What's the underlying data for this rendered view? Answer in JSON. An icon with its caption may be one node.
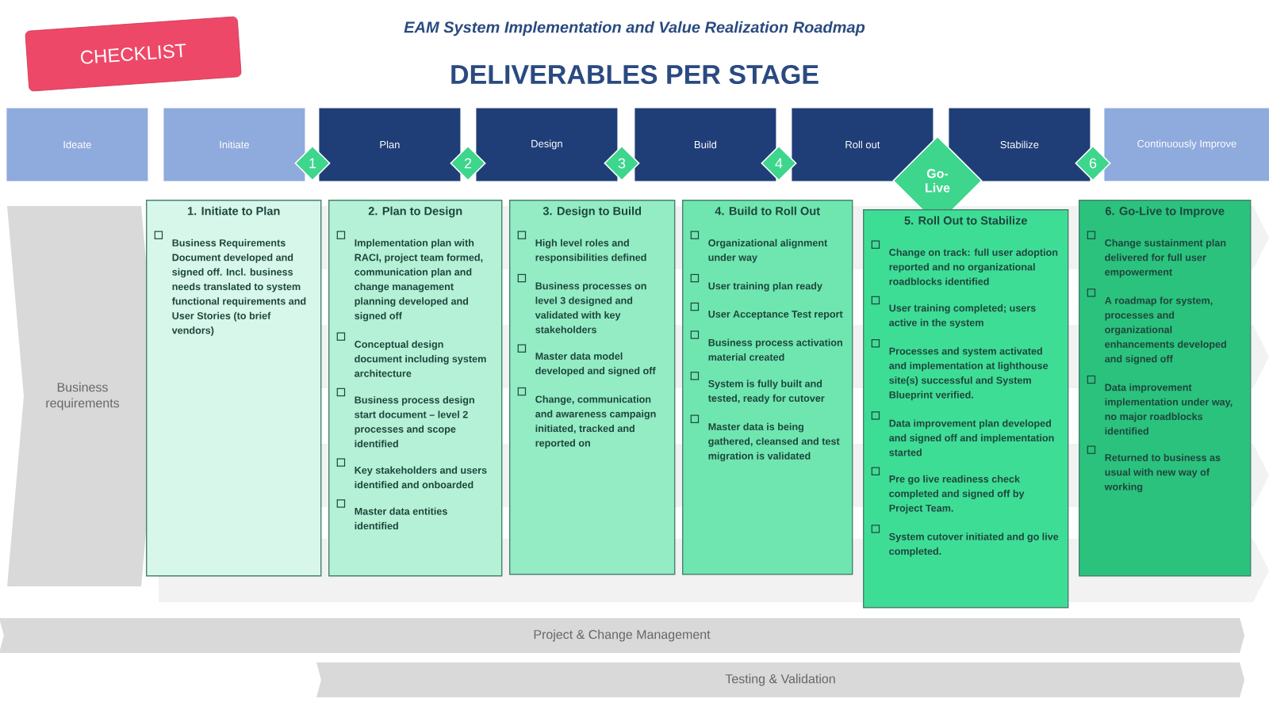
{
  "diagram": {
    "title": "DELIVERABLES PER STAGE",
    "nodes": [
      {
        "text": [
          "CHECKLIST"
        ]
      },
      {
        "text": [
          "Ideate"
        ]
      },
      {
        "text": [
          "Initiate"
        ]
      },
      {
        "text": [
          "Plan"
        ]
      },
      {
        "text": [
          "Design"
        ]
      },
      {
        "text": [
          "Build"
        ]
      },
      {
        "text": [
          "Roll out"
        ]
      },
      {
        "text": [
          "Stabilize"
        ]
      },
      {
        "text": [
          "Continuously Improve"
        ]
      },
      {
        "text": [
          "1"
        ]
      },
      {
        "text": [
          "2"
        ]
      },
      {
        "text": [
          "3"
        ]
      },
      {
        "text": [
          "4"
        ]
      },
      {
        "text": [
          "Go-Live"
        ]
      },
      {
        "text": [
          "6"
        ]
      },
      {
        "text": [
          "Business requirements"
        ]
      },
      {
        "text": [
          "1. Initiate to Plan",
          "Business Requirements Document developed and signed off. Incl. business needs translated to system functional requirements and User Stories (to brief vendors)"
        ]
      },
      {
        "text": [
          "2. Plan to Design",
          "Implementation plan with RACI, project team formed, communication plan and change management planning developed and signed off",
          "Conceptual design document including system architecture",
          "Business process design start document – level 2 processes and scope identified",
          "Key stakeholders and users identified and onboarded",
          "Master data entities identified"
        ]
      },
      {
        "text": [
          "3. Design to Build",
          "High level roles and responsibilities defined",
          "Business processes on level 3 designed and validated with key stakeholders",
          "Master data model developed and signed off",
          "Change, communication and awareness campaign initiated, tracked and reported on"
        ]
      },
      {
        "text": [
          "4. Build to Roll Out",
          "Organizational alignment under way",
          "User training plan ready",
          "User Acceptance Test report",
          "Business process activation material created",
          "System is fully built and tested, ready for cutover",
          "Master data is being gathered, cleansed and test migration is validated"
        ]
      },
      {
        "text": [
          "5. Roll Out to Stabilize",
          "Change on track: full user adoption reported and no organizational roadblocks identified",
          "User training completed; users active in the system",
          "Processes and system activated and implementation at lighthouse site(s) successful and System Blueprint verified.",
          "Data improvement plan developed and signed off and implementation started",
          "Pre go live readiness check completed and signed off by Project Team.",
          "System cutover initiated and go live completed."
        ]
      },
      {
        "text": [
          "6. Go-Live to Improve",
          "Change sustainment plan delivered for full user empowerment",
          "A roadmap for system, processes and organizational enhancements developed and signed off",
          "Data improvement implementation under way, no major roadblocks identified",
          "Returned to business as usual with new way of working"
        ]
      },
      {
        "text": [
          "Project & Change Management"
        ]
      },
      {
        "text": [
          "Testing & Validation"
        ]
      }
    ],
    "labels": [
      "EAM System Implementation and Value Realization Roadmap"
    ]
  }
}
